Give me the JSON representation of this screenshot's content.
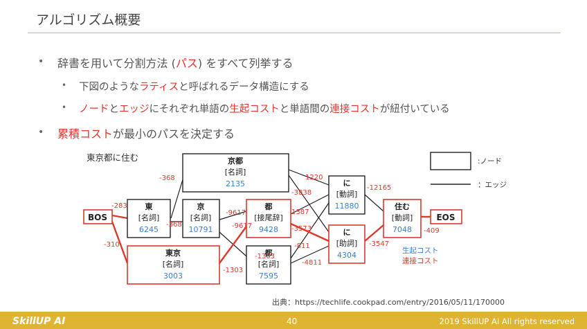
{
  "title": "アルゴリズム概要",
  "bullets": [
    {
      "pre": "辞書を用いて分割方法 (",
      "hl": "パス",
      "post": ") をすべて列挙する"
    },
    {
      "pre": "下図のような",
      "hl": "ラティス",
      "post": "と呼ばれるデータ構造にする"
    },
    {
      "parts": [
        {
          "t": "ノード",
          "hl": true
        },
        {
          "t": "と",
          "hl": false
        },
        {
          "t": "エッジ",
          "hl": true
        },
        {
          "t": "にそれぞれ単語の",
          "hl": false
        },
        {
          "t": "生起コスト",
          "hl": true
        },
        {
          "t": "と単語間の",
          "hl": false
        },
        {
          "t": "連接コスト",
          "hl": true
        },
        {
          "t": "が紐付いている",
          "hl": false
        }
      ]
    },
    {
      "pre": "",
      "hl": "累積コスト",
      "post": "が最小のパスを決定する"
    }
  ],
  "diagram": {
    "sentence": "東京都に住む",
    "legend": {
      "node": ":ノード",
      "edge": "：エッジ",
      "occur": "生起コスト",
      "connect": "連接コスト"
    },
    "nodes": {
      "bos": {
        "word": "BOS"
      },
      "eos": {
        "word": "EOS"
      },
      "kyoto": {
        "word": "京都",
        "pos": "[名詞]",
        "cost": "2135"
      },
      "higashi": {
        "word": "東",
        "pos": "[名詞]",
        "cost": "6245"
      },
      "kyo": {
        "word": "京",
        "pos": "[名詞]",
        "cost": "10791"
      },
      "to_suffix": {
        "word": "都",
        "pos": "[接尾辞]",
        "cost": "9428"
      },
      "to_noun": {
        "word": "都",
        "pos": "[名詞]",
        "cost": "7595"
      },
      "tokyo": {
        "word": "東京",
        "pos": "[名詞]",
        "cost": "3003"
      },
      "ni_verb": {
        "word": "に",
        "pos": "[動詞]",
        "cost": "11880"
      },
      "ni_particle": {
        "word": "に",
        "pos": "[助詞]",
        "cost": "4304"
      },
      "sumu": {
        "word": "住む",
        "pos": "[動詞]",
        "cost": "7048"
      }
    },
    "edge_costs": {
      "bos_higashi": "-283",
      "bos_tokyo": "-310",
      "higashi_kyoto": "-368",
      "higashi_kyo": "-368",
      "kyo_to1": "-9617",
      "kyo_to2": "-9617",
      "kyo_to3": "-1303",
      "tokyo_to": "-1303",
      "kyoto_ni1": "1220",
      "kyoto_ni2": "-3838",
      "to_ni1": "1387",
      "to_ni2": "-3573",
      "to_ni3": "-811",
      "to_ni4": "-4811",
      "ni_sumu1": "-12165",
      "ni_sumu2": "-3547",
      "sumu_eos": "-409"
    }
  },
  "source": "出典：https://techlife.cookpad.com/entry/2016/05/11/170000",
  "footer": {
    "brand": "SkillUP AI",
    "page": "40",
    "copyright": "2019 SkillUP AI All rights reserved"
  },
  "colors": {
    "accent": "#e8322b",
    "cost_blue": "#3a7fd0",
    "footer": "#e0b433"
  }
}
